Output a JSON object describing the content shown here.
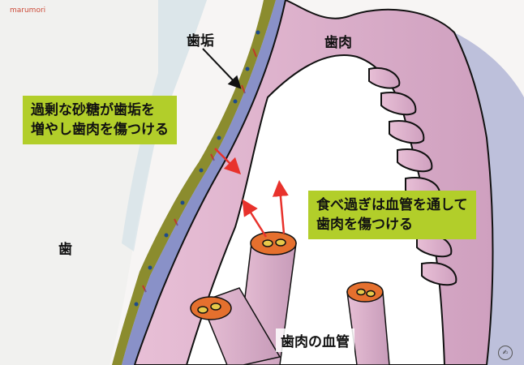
{
  "brand": "marumori",
  "labels": {
    "plaque": "歯垢",
    "gum": "歯肉",
    "tooth": "歯",
    "gum_vessels": "歯肉の血管"
  },
  "callouts": {
    "sugar_line1": "過剰な砂糖が歯垢を",
    "sugar_line2": "増やし歯肉を傷つける",
    "overeat_line1": "食べ過ぎは血管を通して",
    "overeat_line2": "歯肉を傷つける"
  },
  "colors": {
    "callout_bg": "#b2ce2a",
    "arrow": "#e8322c",
    "gum_pink": "#d6a3c4",
    "plaque_olive": "#9a9a35",
    "tooth_blue": "#bfd6e0",
    "vessel_orange": "#e5702e"
  }
}
